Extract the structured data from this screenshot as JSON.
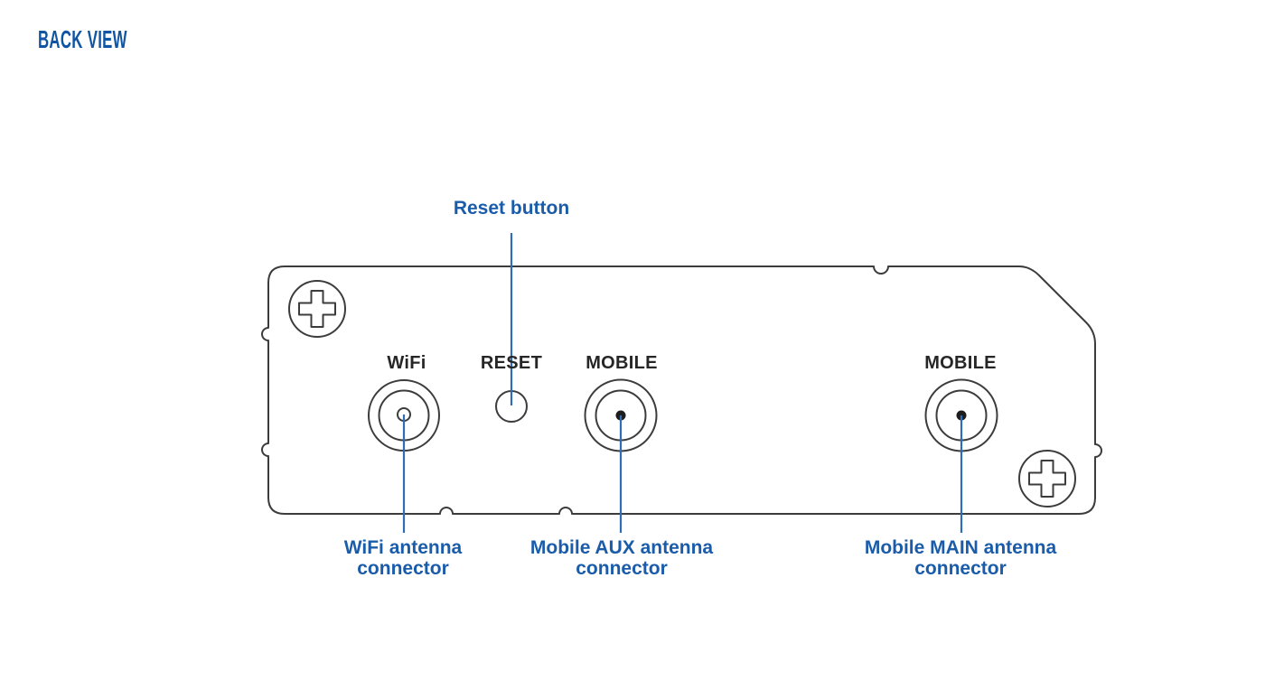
{
  "title": "BACK VIEW",
  "colors": {
    "title-blue": "#0f55a4",
    "label-blue": "#1b5caa",
    "line-blue": "#2f6db6",
    "outline-dark": "#3c3c3c",
    "port-label-dark": "#262626",
    "background": "#ffffff"
  },
  "ports": {
    "wifi": "WiFi",
    "reset": "RESET",
    "mobile_aux": "MOBILE",
    "mobile_main": "MOBILE"
  },
  "callouts": {
    "reset": "Reset button",
    "wifi": {
      "lines": [
        "WiFi antenna",
        "connector"
      ]
    },
    "mobile_aux": {
      "lines": [
        "Mobile AUX antenna",
        "connector"
      ]
    },
    "mobile_main": {
      "lines": [
        "Mobile MAIN antenna",
        "connector"
      ]
    }
  },
  "icons": {
    "screws": "phillips-screw-icon",
    "wifi_connector": "wifi-antenna-connector-icon",
    "mobile_aux_connector": "mobile-aux-antenna-connector-icon",
    "mobile_main_connector": "mobile-main-antenna-connector-icon",
    "reset_hole": "reset-button-hole-icon"
  }
}
